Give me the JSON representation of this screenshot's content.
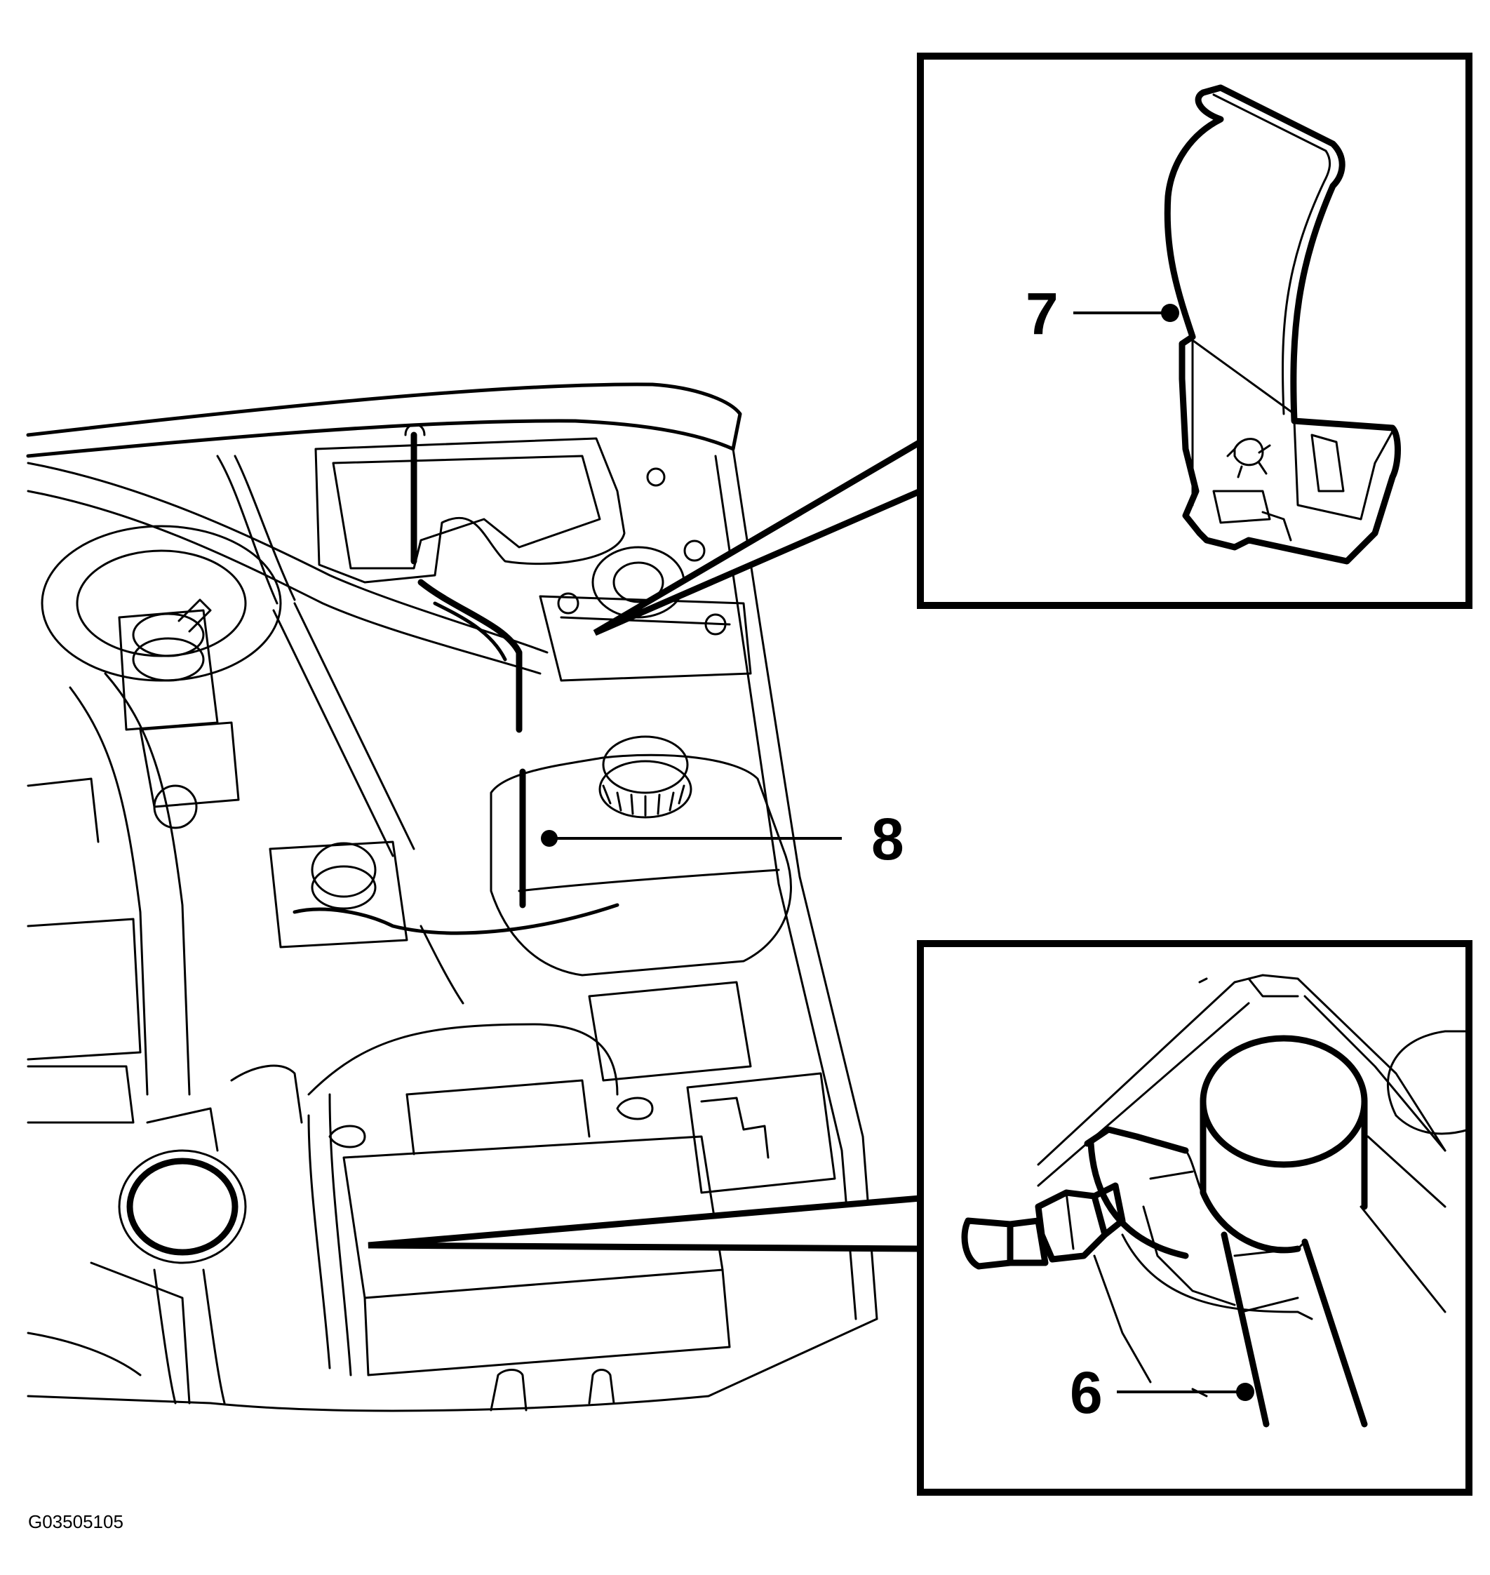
{
  "figure_id": "G03505105",
  "callouts": [
    {
      "number": "7"
    },
    {
      "number": "8"
    },
    {
      "number": "6"
    }
  ],
  "colors": {
    "line": "#000000",
    "background": "#ffffff"
  }
}
